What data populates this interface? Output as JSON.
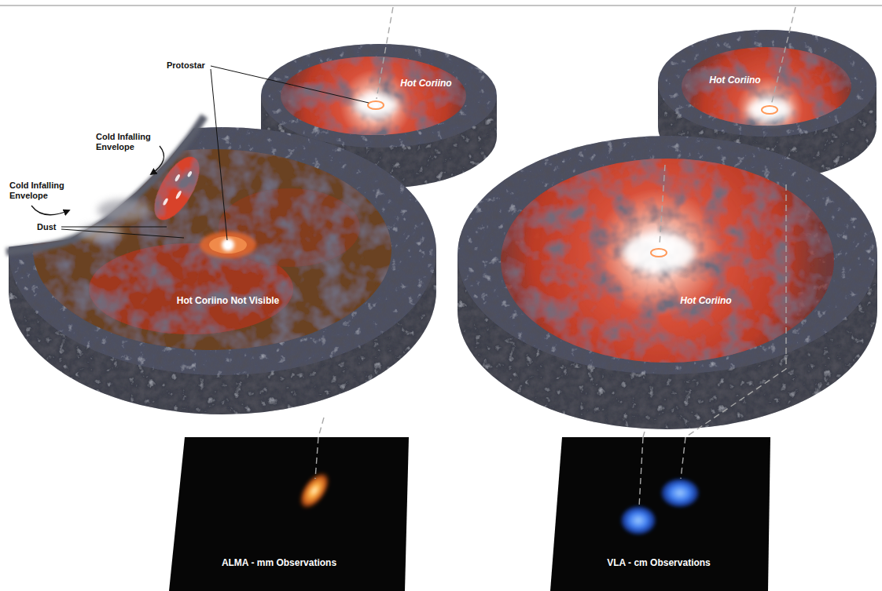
{
  "diagram": {
    "nodes": [
      {
        "text": [
          "Hot Coriino"
        ]
      },
      {
        "text": [
          "Hot Coriino"
        ]
      },
      {
        "text": [
          "Hot Coriino Not Visible"
        ]
      },
      {
        "text": [
          "Hot Coriino"
        ]
      },
      {
        "text": [
          "ALMA - mm Observations"
        ]
      },
      {
        "text": [
          "VLA - cm Observations"
        ]
      }
    ],
    "edges": [
      {
        "from": 2,
        "to": 4,
        "arrow": "none"
      },
      {
        "from": 3,
        "to": 5,
        "arrow": "none"
      },
      {
        "from": 1,
        "to": 5,
        "arrow": "none"
      }
    ],
    "labels": [
      "Protostar",
      "Cold Infalling Envelope",
      "Cold Infalling Envelope",
      "Dust"
    ]
  }
}
